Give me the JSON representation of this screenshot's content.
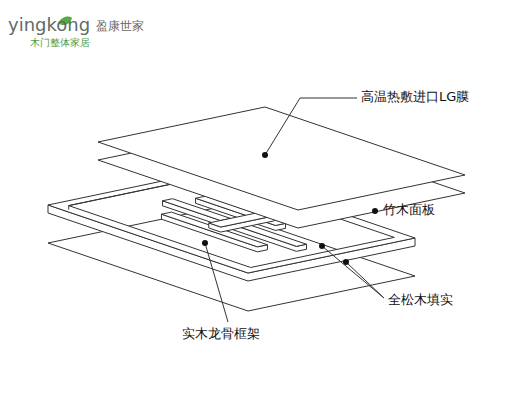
{
  "diagram": {
    "labels": [
      "yingkong",
      "盈康世家",
      "木门整体家居",
      "高温热敷进口LG膜",
      "竹木面板",
      "全松木填实",
      "实木龙骨框架"
    ]
  }
}
